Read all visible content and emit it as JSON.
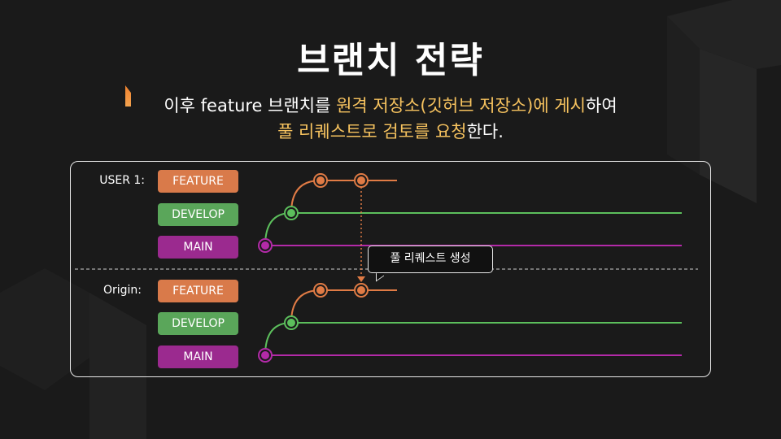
{
  "slide": {
    "title": "브랜치 전략",
    "subtitle": {
      "line1": [
        {
          "text": "이후 feature 브랜치를 ",
          "highlight": false
        },
        {
          "text": "원격 저장소(깃허브 저장소)에 게시",
          "highlight": true
        },
        {
          "text": "하여",
          "highlight": false
        }
      ],
      "line2": [
        {
          "text": "풀 리퀘스트로 검토를 요청",
          "highlight": true
        },
        {
          "text": "한다.",
          "highlight": false
        }
      ]
    }
  },
  "diagram": {
    "sections": [
      {
        "label": "USER 1:",
        "branches": [
          {
            "name": "FEATURE",
            "color": "#d97a4a"
          },
          {
            "name": "DEVELOP",
            "color": "#5aa65a"
          },
          {
            "name": "MAIN",
            "color": "#9b2a8f"
          }
        ]
      },
      {
        "label": "Origin:",
        "branches": [
          {
            "name": "FEATURE",
            "color": "#d97a4a"
          },
          {
            "name": "DEVELOP",
            "color": "#5aa65a"
          },
          {
            "name": "MAIN",
            "color": "#9b2a8f"
          }
        ]
      }
    ],
    "tooltip": "풀 리퀘스트 생성"
  },
  "colors": {
    "background": "#1a1a1a",
    "highlight": "#f7c35f",
    "feature": "#d97a4a",
    "develop": "#5aa65a",
    "main": "#9b2a8f",
    "line_feature": "#e07b45",
    "line_develop": "#5cbf5c",
    "line_main": "#b32aa8"
  }
}
